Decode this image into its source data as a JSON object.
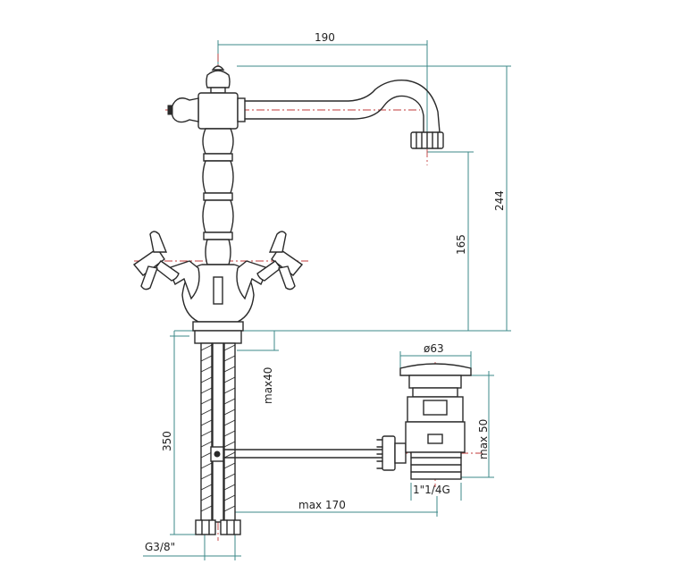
{
  "colors": {
    "outline": "#2a2a2a",
    "centerline": "#c23a3a",
    "dimension": "#3c8a8a",
    "background": "#ffffff"
  },
  "dimensions": {
    "spout_reach": "190",
    "total_height": "244",
    "spout_height": "165",
    "flex_hose_length": "350",
    "max_deck_thickness": "max40",
    "drain_diameter": "ø63",
    "drain_max_height": "max 50",
    "rod_max_length": "max  170",
    "drain_thread": "1\"1/4G",
    "hose_thread": "G3/8\""
  }
}
